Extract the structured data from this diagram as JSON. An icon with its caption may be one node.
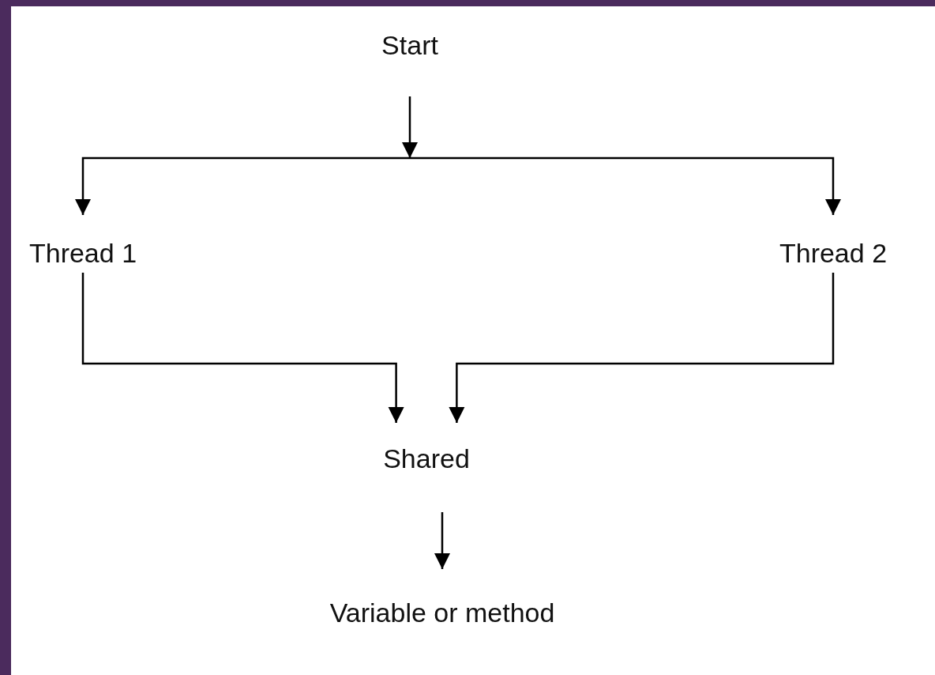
{
  "diagram": {
    "nodes": [
      {
        "text": [
          "Start"
        ]
      },
      {
        "text": [
          "Thread 1"
        ]
      },
      {
        "text": [
          "Thread 2"
        ]
      },
      {
        "text": [
          "Shared"
        ]
      },
      {
        "text": [
          "Variable or method"
        ]
      }
    ],
    "edges": [
      {
        "from": 0,
        "to": 1,
        "arrow": "to"
      },
      {
        "from": 0,
        "to": 2,
        "arrow": "to"
      },
      {
        "from": 1,
        "to": 3,
        "arrow": "to"
      },
      {
        "from": 2,
        "to": 3,
        "arrow": "to"
      },
      {
        "from": 3,
        "to": 4,
        "arrow": "to"
      }
    ]
  }
}
